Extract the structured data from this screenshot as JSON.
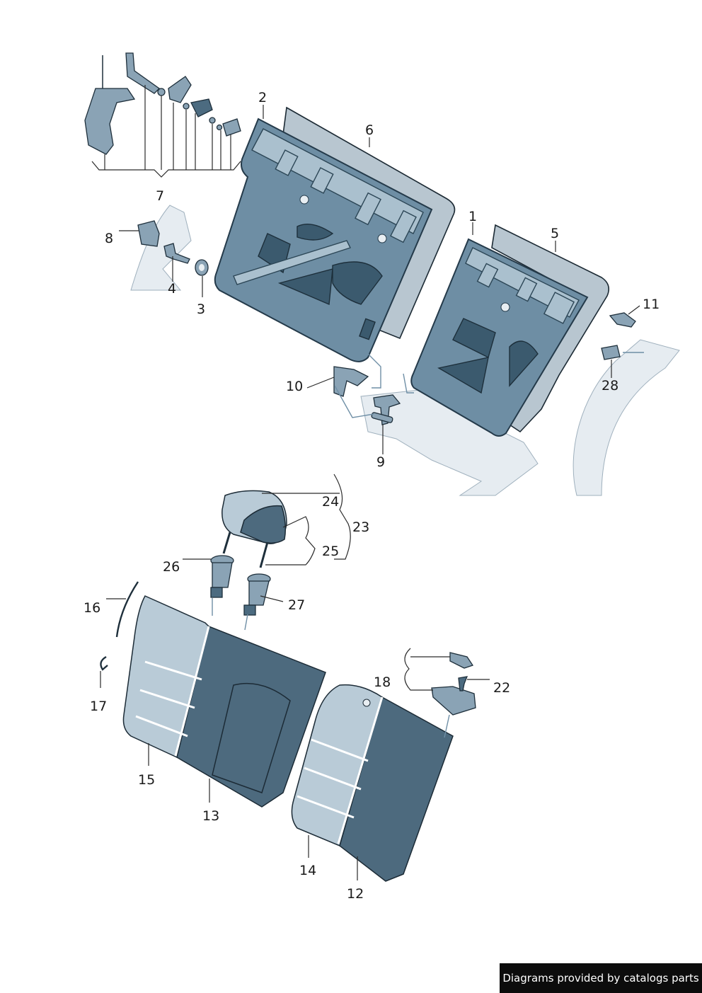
{
  "labels": {
    "l1": "1",
    "l2": "2",
    "l3": "3",
    "l4": "4",
    "l5": "5",
    "l6": "6",
    "l7": "7",
    "l8": "8",
    "l9": "9",
    "l10": "10",
    "l11": "11",
    "l12": "12",
    "l13": "13",
    "l14": "14",
    "l15": "15",
    "l16": "16",
    "l17": "17",
    "l18": "18",
    "l22": "22",
    "l23": "23",
    "l24": "24",
    "l25": "25",
    "l26": "26",
    "l27": "27",
    "l28": "28"
  },
  "credit": "Diagrams provided by catalogs parts",
  "colors": {
    "part_fill": "#6e8ea4",
    "part_outline": "#243a4a",
    "mat_fill": "#b8c6d0",
    "background": "#ffffff",
    "credit_bg": "#0c0c0c",
    "credit_text": "#ffffff"
  }
}
